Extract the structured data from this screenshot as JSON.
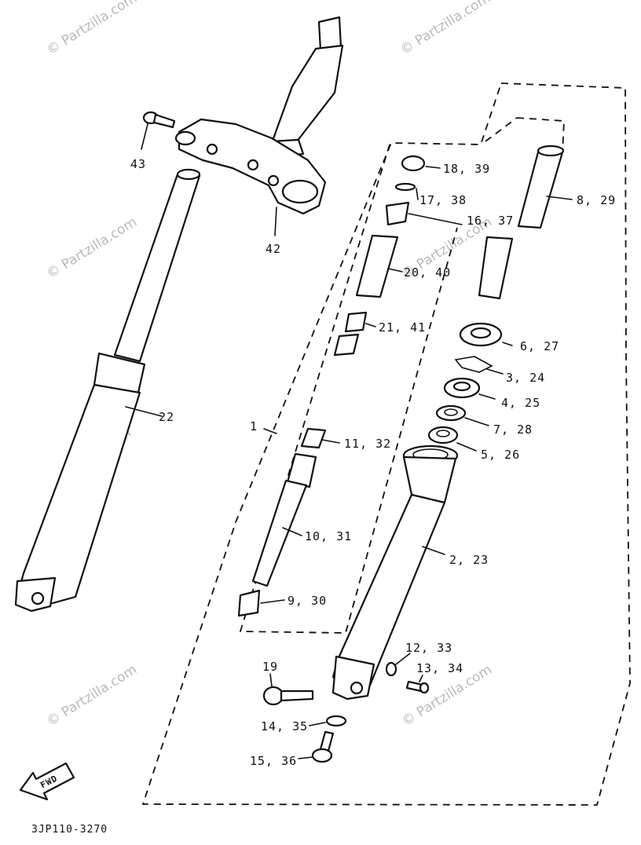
{
  "diagram": {
    "callouts": [
      "43",
      "42",
      "22",
      "18, 39",
      "17, 38",
      "16, 37",
      "8, 29",
      "20, 40",
      "21, 41",
      "6, 27",
      "3, 24",
      "4, 25",
      "7, 28",
      "1",
      "11, 32",
      "5, 26",
      "10, 31",
      "2, 23",
      "9, 30",
      "12, 33",
      "13, 34",
      "19",
      "14, 35",
      "15, 36"
    ],
    "arrow_label": "FWD",
    "diagram_code": "3JP110-3270",
    "watermark": "© Partzilla.com"
  }
}
